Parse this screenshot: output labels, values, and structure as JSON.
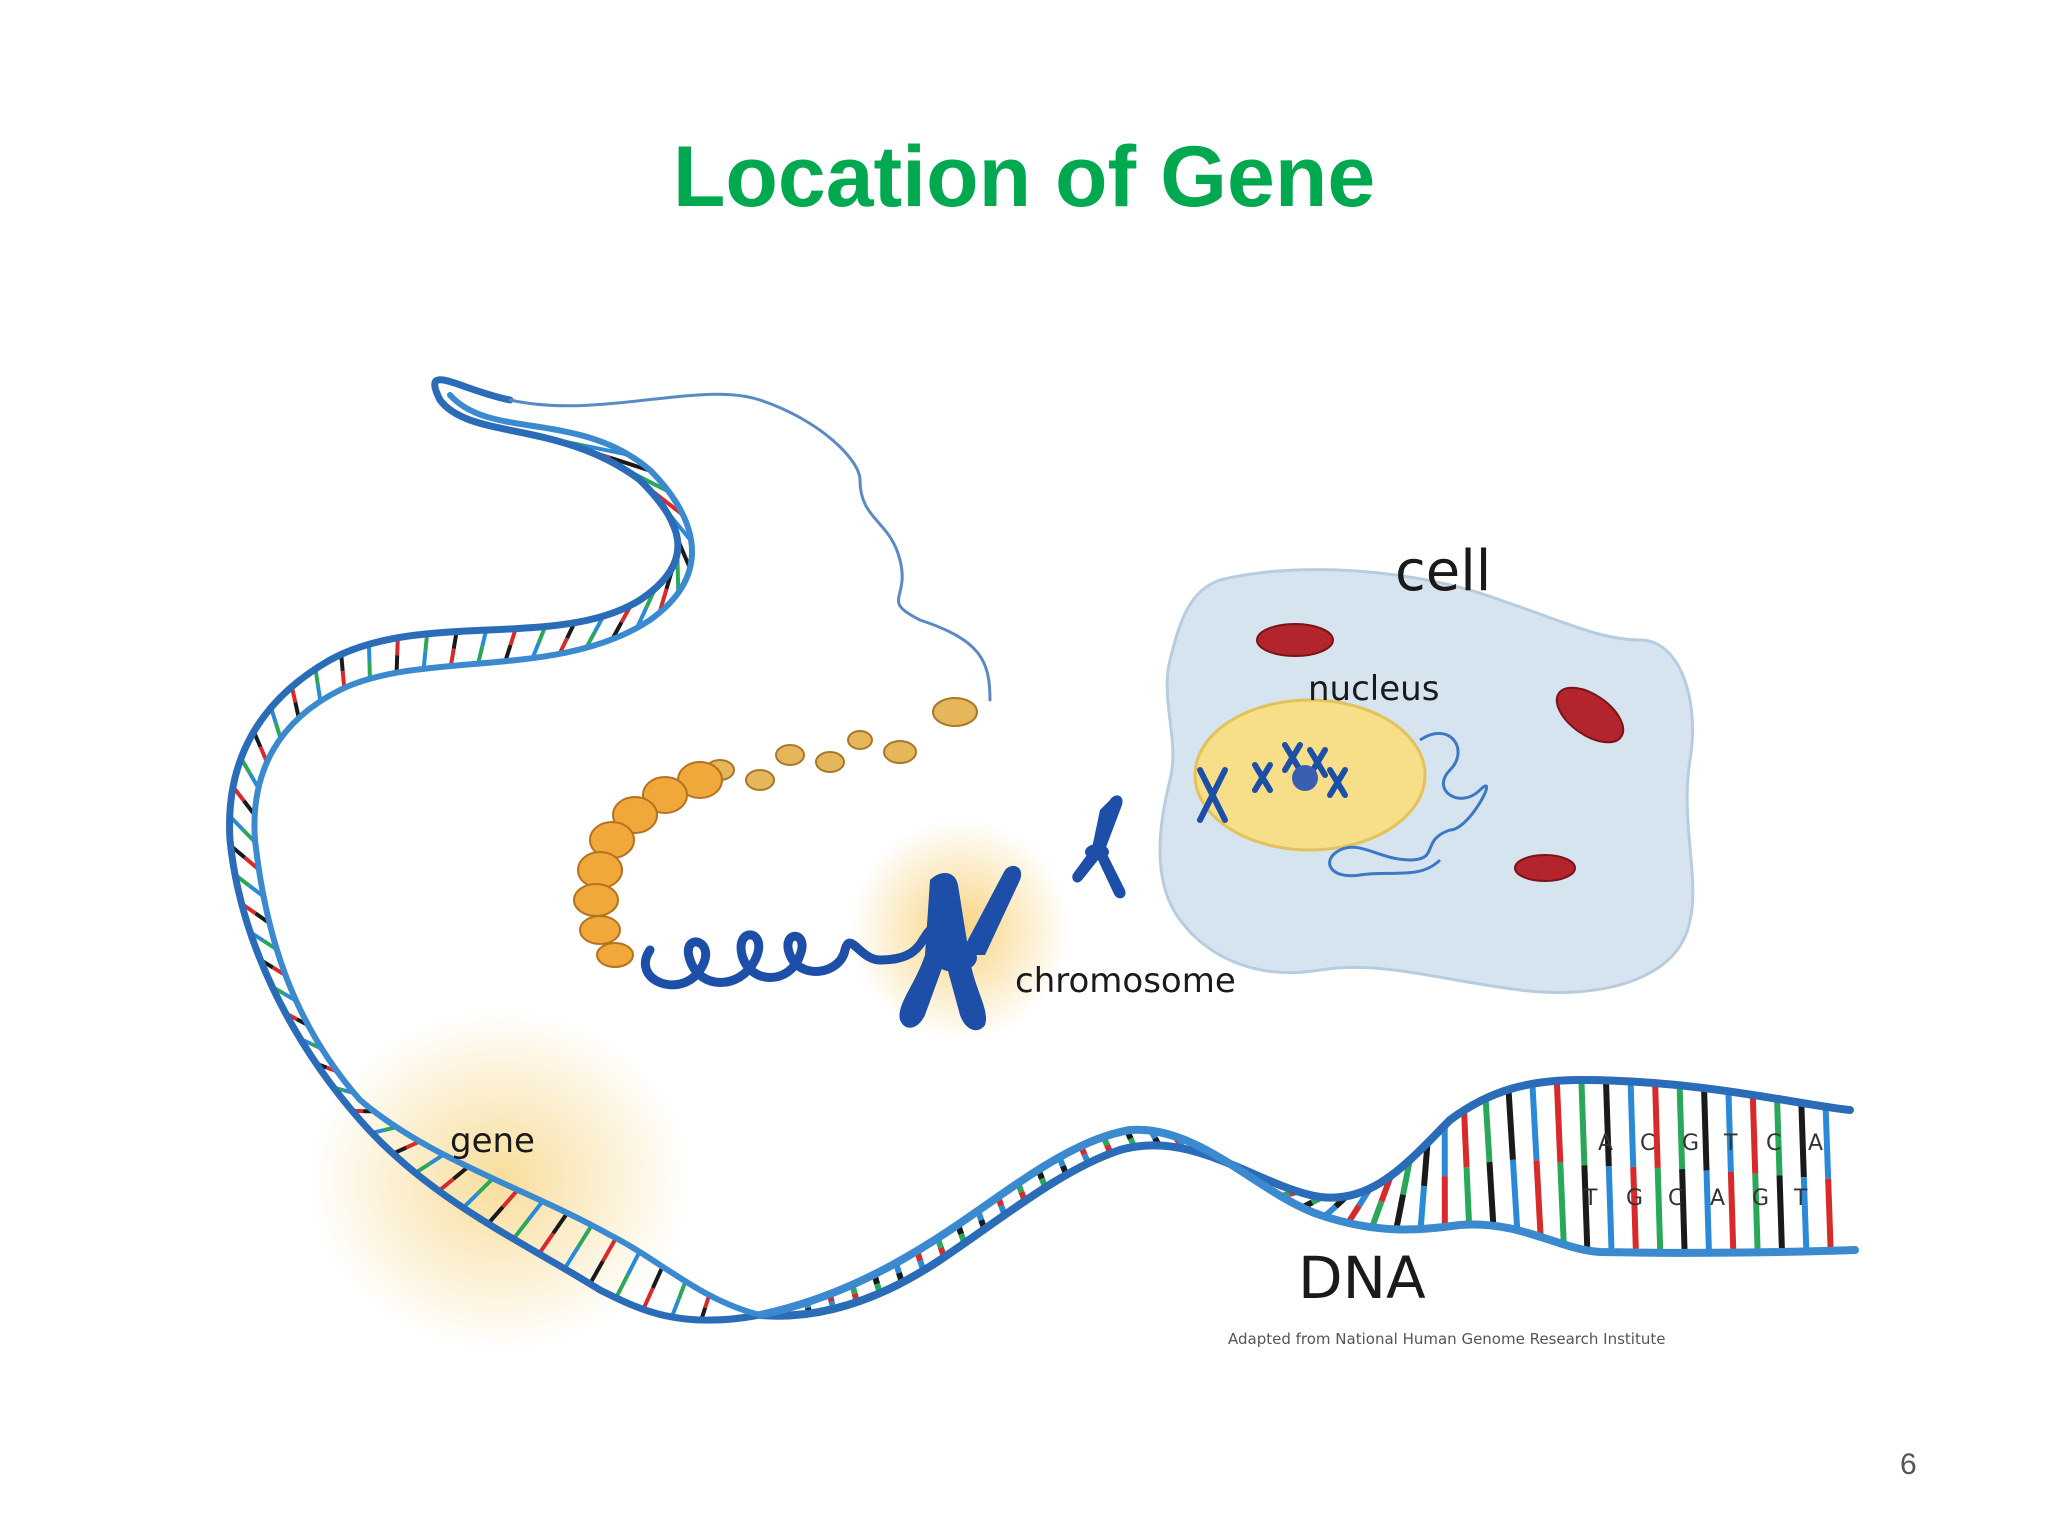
{
  "slide": {
    "title": "Location of Gene",
    "page_number": "6"
  },
  "diagram": {
    "labels": {
      "cell": "cell",
      "nucleus": "nucleus",
      "chromosome": "chromosome",
      "gene": "gene",
      "dna": "DNA"
    },
    "credit": "Adapted from National Human Genome Research Institute",
    "base_letters_top": [
      "A",
      "C",
      "G",
      "T",
      "C",
      "A"
    ],
    "base_letters_bottom": [
      "T",
      "G",
      "C",
      "A",
      "G",
      "T"
    ],
    "colors": {
      "title": "#00a84f",
      "backbone": "#2a6cb8",
      "cell_body": "#d6e4f0",
      "nucleus": "#f7df8a",
      "chromosome": "#1e4fa8",
      "mitochondria": "#b3242c",
      "histone": "#e0a23c",
      "base_pairs": [
        "#d82a2a",
        "#2aa85a",
        "#1a1a1a",
        "#2a8ad8"
      ]
    }
  }
}
